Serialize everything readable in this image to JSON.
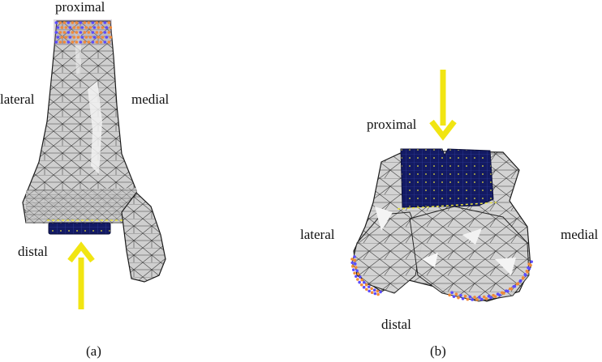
{
  "panel_a": {
    "labels": {
      "proximal": "proximal",
      "lateral": "lateral",
      "medial": "medial",
      "distal": "distal"
    },
    "caption": "(a)"
  },
  "panel_b": {
    "labels": {
      "proximal": "proximal",
      "lateral": "lateral",
      "medial": "medial",
      "distal": "distal"
    },
    "caption": "(b)"
  },
  "colors": {
    "mesh_fill": "#cfcfcf",
    "mesh_line": "#2a2a2a",
    "arrow": "#f1e512",
    "surface_navy": "#131a63",
    "node_orange": "#f08a3a",
    "node_blue": "#5b4cff",
    "node_yellow": "#e8e23a"
  }
}
